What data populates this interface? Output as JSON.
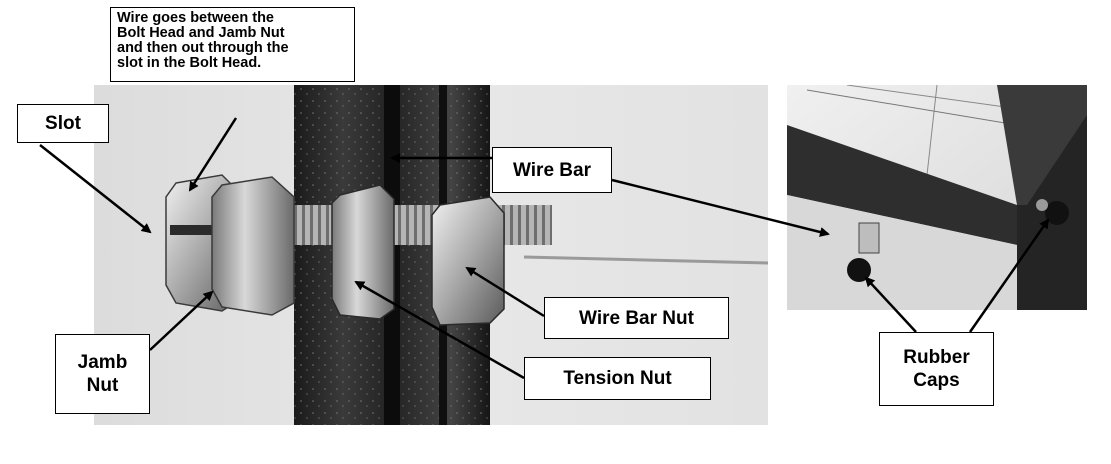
{
  "note": {
    "lines": [
      "Wire goes between the",
      "Bolt Head and Jamb Nut",
      "and then out through the",
      "slot in the Bolt Head."
    ]
  },
  "labels": {
    "slot": "Slot",
    "wire_bar": "Wire Bar",
    "jamb_nut": [
      "Jamb",
      "Nut"
    ],
    "wire_bar_nut": "Wire Bar Nut",
    "tension_nut": "Tension Nut",
    "rubber_caps": [
      "Rubber",
      "Caps"
    ]
  },
  "colors": {
    "ink": "#000000",
    "paper": "#ffffff"
  }
}
